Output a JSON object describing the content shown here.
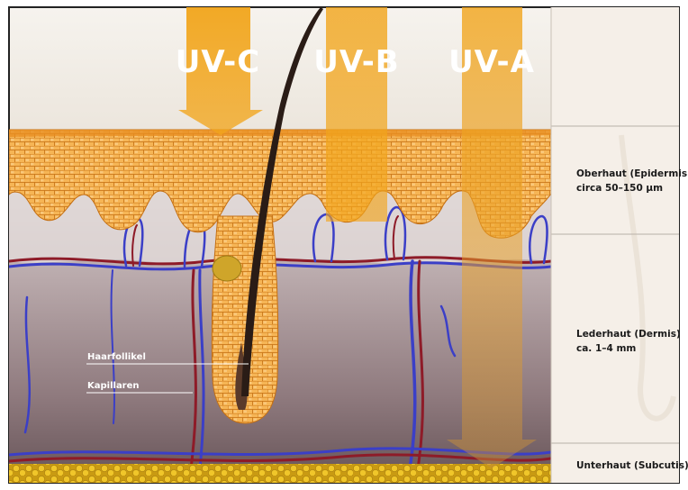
{
  "rays": [
    {
      "label": "UV-C",
      "reaches": "epidermis-surface"
    },
    {
      "label": "UV-B",
      "reaches": "epidermis"
    },
    {
      "label": "UV-A",
      "reaches": "subcutis"
    }
  ],
  "layers": [
    {
      "line1": "Oberhaut (Epidermis)",
      "line2": "circa 50–150 µm"
    },
    {
      "line1": "Lederhaut (Dermis)",
      "line2": "ca. 1–4 mm"
    },
    {
      "line1": "Unterhaut (Subcutis)",
      "line2": ""
    }
  ],
  "callouts": {
    "hair_follicle": "Haarfollikel",
    "capillaries": "Kapillaren"
  },
  "colors": {
    "epidermis": "#f3ad45",
    "cell_border": "#c46f12",
    "ray": "#f0a41d",
    "vein": "#3b3fc7",
    "artery": "#8e1b28",
    "fat": "#e3b81a",
    "panel": "#f5efe8"
  }
}
